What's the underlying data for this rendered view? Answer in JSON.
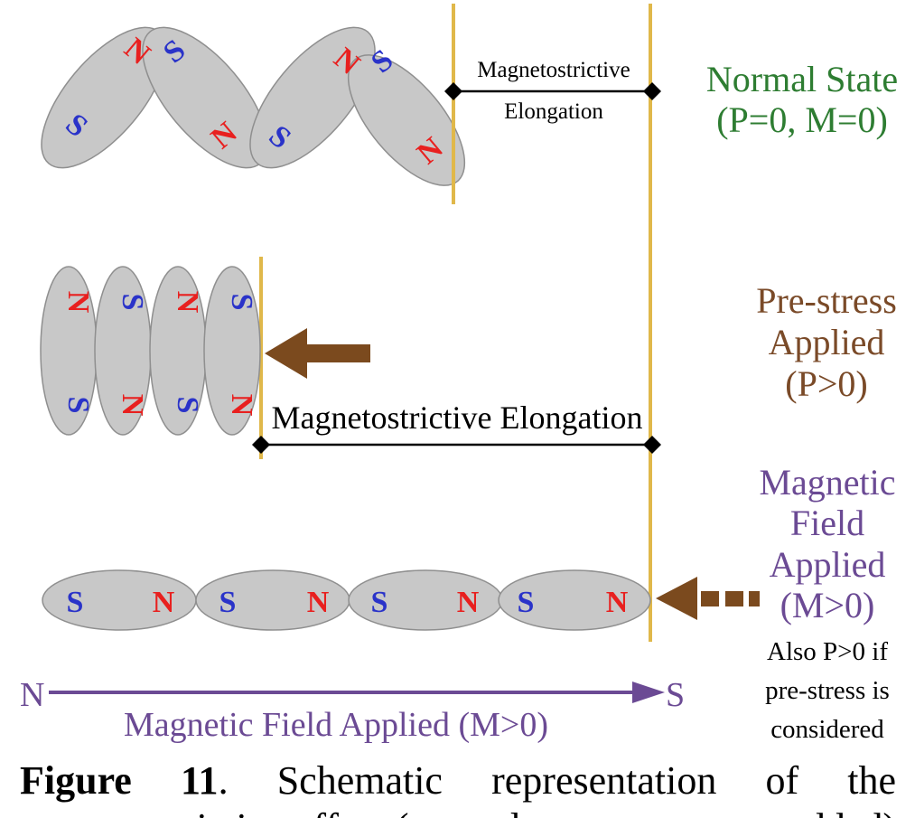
{
  "labels": {
    "elongation_small_1": "Magnetostrictive",
    "elongation_small_2": "Elongation",
    "elongation_long": "Magnetostrictive Elongation",
    "normal_state_1": "Normal State",
    "normal_state_2": "(P=0, M=0)",
    "prestress_1": "Pre-stress",
    "prestress_2": "Applied",
    "prestress_3": "(P>0)",
    "field_1": "Magnetic",
    "field_2": "Field",
    "field_3": "Applied",
    "field_4": "(M>0)",
    "note_1": "Also P>0 if",
    "note_2": "pre-stress is",
    "note_3": "considered",
    "axis_n": "N",
    "axis_s": "S",
    "axis_label": "Magnetic Field Applied (M>0)",
    "pole_n": "N",
    "pole_s": "S"
  },
  "caption": {
    "fig_label": "Figure",
    "fig_number": "11",
    "w1": "Schematic",
    "w2": "representation",
    "w3": "of",
    "w4": "the",
    "line2": "magnetostrictive effect (normal state, pre-stress added)"
  },
  "colors": {
    "ellipse_fill": "#c8c8c8",
    "north": "#e8201f",
    "south": "#2a33c9",
    "boundary": "#e0b84a",
    "normal_state": "#2e7d32",
    "prestress": "#7a4a28",
    "field": "#6b4a94",
    "arrow_brown": "#7b4a1e"
  }
}
